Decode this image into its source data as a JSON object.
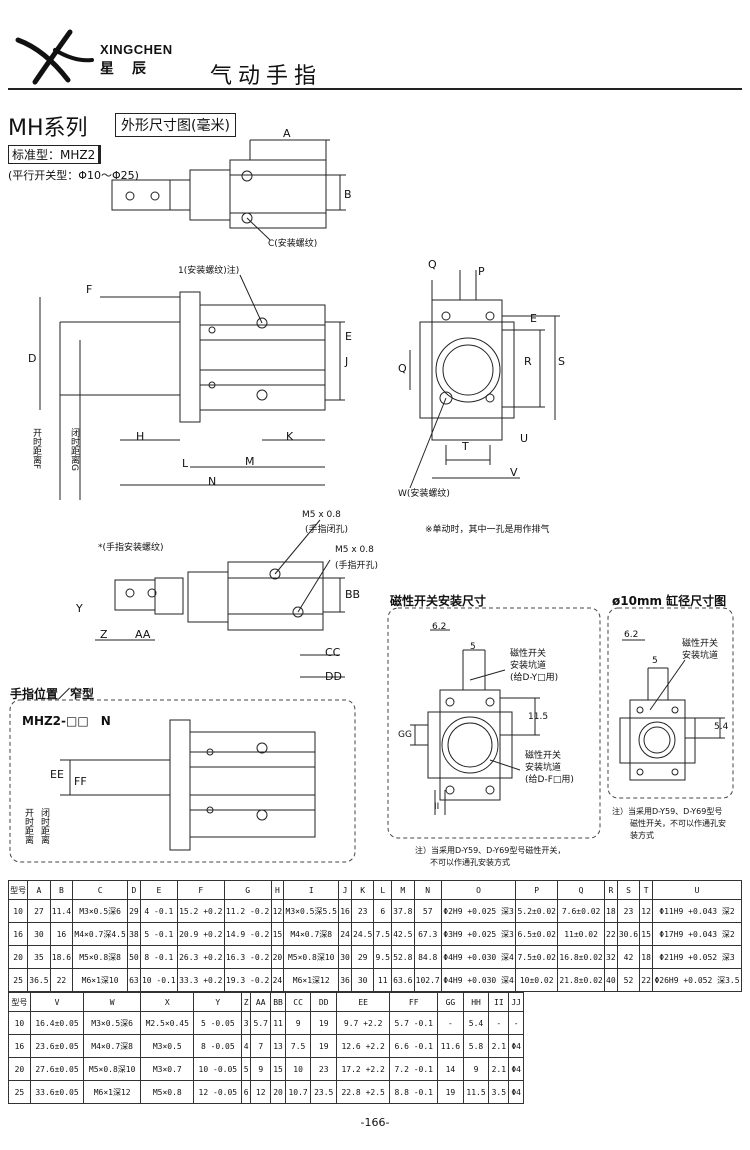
{
  "header": {
    "brand_en": "XINGCHEN",
    "brand_cn": "星辰",
    "title": "气动手指"
  },
  "series": "MH系列",
  "dim_title": "外形尺寸图(毫米)",
  "standard": "标准型：MHZ2",
  "parallel_switch": "(平行开关型：Φ10～Φ25)",
  "labels": {
    "A": "A",
    "B": "B",
    "C": "C(安装螺纹)",
    "mount1": "1(安装螺纹)注)",
    "Q": "Q",
    "P": "P",
    "F": "F",
    "D": "D",
    "E": "E",
    "J": "J",
    "H": "H",
    "K": "K",
    "L": "L",
    "M": "M",
    "N": "N",
    "R": "R",
    "S": "S",
    "T": "T",
    "U": "U",
    "V": "V",
    "W": "W(安装螺纹)",
    "open_dist": "开时距离F",
    "close_dist": "闭时距离G",
    "m5": "M5 x 0.8",
    "finger_close": "(手指闭孔)",
    "m6": "M5 x 0.8",
    "finger_open": "(手指开孔)",
    "finger_mount": "*(手指安装螺纹)",
    "single_note": "※单动时，其中一孔是用作排气",
    "BB": "BB",
    "Y": "Y",
    "Z": "Z",
    "AA": "AA",
    "CC": "CC",
    "DD": "DD",
    "finger_pos": "手指位置／窄型",
    "mhz2_n": "MHZ2-□□　N",
    "EE": "EE",
    "FF": "FF",
    "open_dist2": "开时距离",
    "close_dist2": "闭时距离",
    "mag_title": "磁性开关安装尺寸",
    "v62": "6.2",
    "v5": "5",
    "v115": "11.5",
    "GG": "GG",
    "II": "II",
    "mag_slot_y": "磁性开关",
    "mag_slot_y2": "安装坑道",
    "mag_slot_y3": "(给D-Y□用)",
    "mag_slot_f": "磁性开关",
    "mag_slot_f2": "安装坑道",
    "mag_slot_f3": "(给D-F□用)",
    "mag_note1": "注）当采用D-Y59、D-Y69型号磁性开关，",
    "mag_note2": "不可以作通孔安装方式",
    "bore_title": "ø10mm 缸径尺寸图",
    "b62": "6.2",
    "b5": "5",
    "b54": "5.4",
    "bore_slot1": "磁性开关",
    "bore_slot2": "安装坑道",
    "bore_note1": "注）当采用D-Y59、D-Y69型号",
    "bore_note2": "磁性开关，不可以作通孔安",
    "bore_note3": "装方式"
  },
  "table1": {
    "headers": [
      "型号",
      "A",
      "B",
      "C",
      "D",
      "E",
      "F",
      "G",
      "H",
      "I",
      "J",
      "K",
      "L",
      "M",
      "N",
      "O",
      "P",
      "Q",
      "R",
      "S",
      "T",
      "U"
    ],
    "rows": [
      [
        "10",
        "27",
        "11.4",
        "M3×0.5深6",
        "29",
        "4 -0.1",
        "15.2 +0.2",
        "11.2 -0.2",
        "12",
        "M3×0.5深5.5",
        "16",
        "23",
        "6",
        "37.8",
        "57",
        "Φ2H9 +0.025 深3",
        "5.2±0.02",
        "7.6±0.02",
        "18",
        "23",
        "12",
        "Φ11H9 +0.043 深2"
      ],
      [
        "16",
        "30",
        "16",
        "M4×0.7深4.5",
        "38",
        "5 -0.1",
        "20.9 +0.2",
        "14.9 -0.2",
        "15",
        "M4×0.7深8",
        "24",
        "24.5",
        "7.5",
        "42.5",
        "67.3",
        "Φ3H9 +0.025 深3",
        "6.5±0.02",
        "11±0.02",
        "22",
        "30.6",
        "15",
        "Φ17H9 +0.043 深2"
      ],
      [
        "20",
        "35",
        "18.6",
        "M5×0.8深8",
        "50",
        "8 -0.1",
        "26.3 +0.2",
        "16.3 -0.2",
        "20",
        "M5×0.8深10",
        "30",
        "29",
        "9.5",
        "52.8",
        "84.8",
        "Φ4H9 +0.030 深4",
        "7.5±0.02",
        "16.8±0.02",
        "32",
        "42",
        "18",
        "Φ21H9 +0.052 深3"
      ],
      [
        "25",
        "36.5",
        "22",
        "M6×1深10",
        "63",
        "10 -0.1",
        "33.3 +0.2",
        "19.3 -0.2",
        "24",
        "M6×1深12",
        "36",
        "30",
        "11",
        "63.6",
        "102.7",
        "Φ4H9 +0.030 深4",
        "10±0.02",
        "21.8±0.02",
        "40",
        "52",
        "22",
        "Φ26H9 +0.052 深3.5"
      ]
    ]
  },
  "table2": {
    "headers": [
      "型号",
      "V",
      "W",
      "X",
      "Y",
      "Z",
      "AA",
      "BB",
      "CC",
      "DD",
      "EE",
      "FF",
      "GG",
      "HH",
      "II",
      "JJ"
    ],
    "rows": [
      [
        "10",
        "16.4±0.05",
        "M3×0.5深6",
        "M2.5×0.45",
        "5 -0.05",
        "3",
        "5.7",
        "11",
        "9",
        "19",
        "9.7 +2.2",
        "5.7 -0.1",
        "-",
        "5.4",
        "-",
        "-"
      ],
      [
        "16",
        "23.6±0.05",
        "M4×0.7深8",
        "M3×0.5",
        "8 -0.05",
        "4",
        "7",
        "13",
        "7.5",
        "19",
        "12.6 +2.2",
        "6.6 -0.1",
        "11.6",
        "5.8",
        "2.1",
        "Φ4"
      ],
      [
        "20",
        "27.6±0.05",
        "M5×0.8深10",
        "M3×0.7",
        "10 -0.05",
        "5",
        "9",
        "15",
        "10",
        "23",
        "17.2 +2.2",
        "7.2 -0.1",
        "14",
        "9",
        "2.1",
        "Φ4"
      ],
      [
        "25",
        "33.6±0.05",
        "M6×1深12",
        "M5×0.8",
        "12 -0.05",
        "6",
        "12",
        "20",
        "10.7",
        "23.5",
        "22.8 +2.5",
        "8.8 -0.1",
        "19",
        "11.5",
        "3.5",
        "Φ4"
      ]
    ]
  },
  "page_number": "-166-"
}
